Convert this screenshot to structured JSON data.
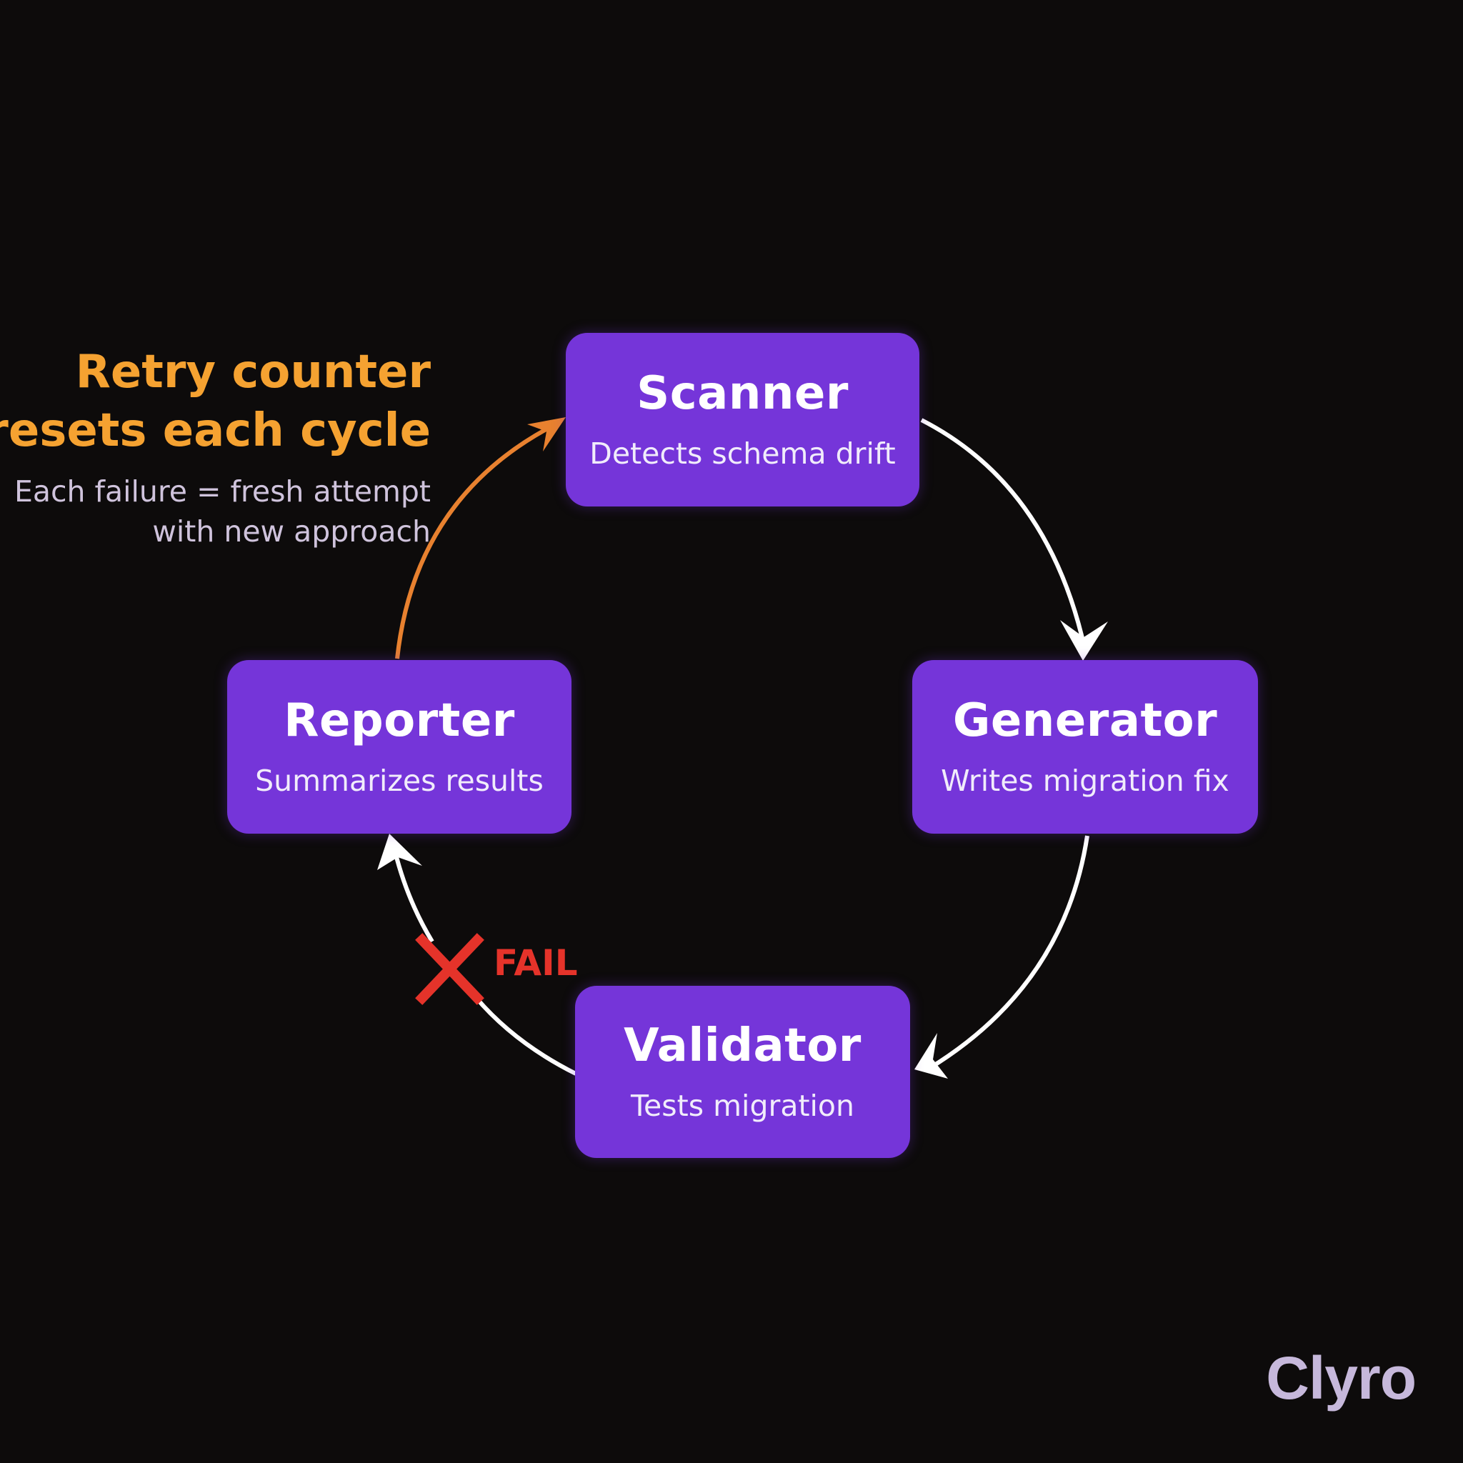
{
  "colors": {
    "background": "#0d0b0b",
    "node_fill": "#7535d9",
    "arrow": "#ffffff",
    "retry_arrow": "#e8812f",
    "annotation_title": "#f5a231",
    "annotation_text": "#cfc3dc",
    "fail": "#e5332a",
    "brand": "#c6b8db"
  },
  "nodes": {
    "scanner": {
      "title": "Scanner",
      "subtitle": "Detects schema drift"
    },
    "generator": {
      "title": "Generator",
      "subtitle": "Writes migration fix"
    },
    "validator": {
      "title": "Validator",
      "subtitle": "Tests migration"
    },
    "reporter": {
      "title": "Reporter",
      "subtitle": "Summarizes results"
    }
  },
  "edges": [
    {
      "from": "Scanner",
      "to": "Generator"
    },
    {
      "from": "Generator",
      "to": "Validator"
    },
    {
      "from": "Validator",
      "to": "Reporter",
      "label": "FAIL"
    },
    {
      "from": "Reporter",
      "to": "Scanner",
      "highlight": true
    }
  ],
  "annotation": {
    "title_line1": "Retry counter",
    "title_line2": "resets each cycle",
    "text_line1": "Each failure = fresh attempt",
    "text_line2": "with new approach"
  },
  "fail_label": "FAIL",
  "icons": {
    "fail_marker": "x-mark-icon"
  },
  "brand": "Clyro"
}
